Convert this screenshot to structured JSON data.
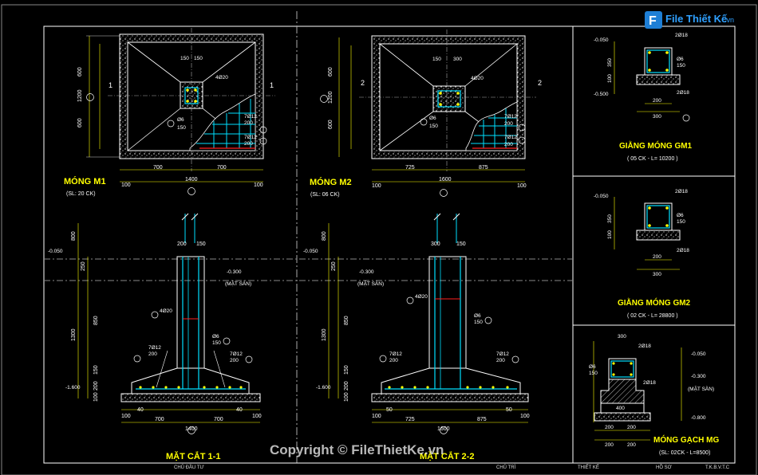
{
  "logo": {
    "text": "File Thiết Kế",
    "suffix": ".vn"
  },
  "watermark": "Copyright © FileThietKe.vn",
  "mong_m1": {
    "plan_title": "MÓNG M1",
    "quantity": "(SL: 20 CK)",
    "section_title": "MẶT CẮT 1-1",
    "section_marker": "1",
    "plan_dims_left": [
      "600",
      "1200",
      "600"
    ],
    "plan_dims_bottom": [
      "100",
      "700",
      "700",
      "100"
    ],
    "plan_total": "1400",
    "col_dims": [
      "150",
      "150"
    ],
    "col_side_dims": [
      "150",
      "150"
    ],
    "rebar": [
      "4Ø20",
      "7Ø12",
      "200",
      "Ø6",
      "150",
      "7Ø12",
      "200"
    ],
    "sec_left_dims": [
      "800",
      "250",
      "1300",
      "850",
      "150",
      "200",
      "100"
    ],
    "sec_bottom_dims": [
      "100",
      "40",
      "700",
      "700",
      "40",
      "100"
    ],
    "sec_total": "1400",
    "sec_top_dims": [
      "200",
      "150"
    ],
    "levels": [
      "-0.050",
      "-1.600",
      "-0.300",
      "(MẶT SÀN)"
    ]
  },
  "mong_m2": {
    "plan_title": "MÓNG M2",
    "quantity": "(SL: 06 CK)",
    "section_title": "MẶT CẮT 2-2",
    "section_marker": "2",
    "plan_dims_left": [
      "600",
      "1200",
      "600"
    ],
    "plan_dims_bottom": [
      "100",
      "725",
      "875",
      "100"
    ],
    "plan_total": "1600",
    "col_dims": [
      "150",
      "300"
    ],
    "col_side_dims": [
      "150",
      "150"
    ],
    "rebar": [
      "4Ø20",
      "7Ø12",
      "200",
      "Ø6",
      "150",
      "7Ø12",
      "200"
    ],
    "sec_left_dims": [
      "800",
      "250",
      "1300",
      "850",
      "150",
      "200",
      "100"
    ],
    "sec_bottom_dims": [
      "100",
      "50",
      "725",
      "875",
      "50",
      "100"
    ],
    "sec_total": "1600",
    "sec_top_dims": [
      "300",
      "150"
    ],
    "levels": [
      "-0.050",
      "-1.600",
      "-0.300",
      "(MẶT SÀN)"
    ]
  },
  "gm1": {
    "title": "GIẰNG MÓNG GM1",
    "note": "( 05 CK - L= 10200 )",
    "levels": [
      "-0.050",
      "-0.500"
    ],
    "dims": [
      "350",
      "100",
      "200",
      "300"
    ],
    "rebar": [
      "2Ø18",
      "Ø6",
      "150",
      "2Ø18"
    ]
  },
  "gm2": {
    "title": "GIẰNG MÓNG GM2",
    "note": "( 02 CK - L= 28800 )",
    "levels": [
      "-0.050"
    ],
    "dims": [
      "350",
      "100",
      "200",
      "300"
    ],
    "rebar": [
      "2Ø18",
      "Ø6",
      "150",
      "2Ø18"
    ]
  },
  "mg": {
    "title": "MÓNG GẠCH MG",
    "note": "(SL: 02CK - L=8500)",
    "levels": [
      "-0.050",
      "-0.300",
      "(MẶT SÀN)",
      "-0.800"
    ],
    "dims": [
      "300",
      "400",
      "200",
      "200",
      "200",
      "200"
    ],
    "rebar": [
      "2Ø18",
      "Ø6",
      "150",
      "2Ø18"
    ]
  },
  "titleblock": {
    "owner": "CHỦ ĐẦU TƯ",
    "chair": "CHỦ TRÌ",
    "design": "THIẾT KẾ",
    "file": "HỒ SƠ",
    "sheet": "T.K.B.V.T.C"
  },
  "colors": {
    "frame": "#ffffff",
    "concrete": "#ffffff",
    "rebar": "#00e0ff",
    "accent": "#ff2020",
    "title": "#ffff00",
    "dim": "#ffffff",
    "centerline": "#bbbbbb"
  }
}
